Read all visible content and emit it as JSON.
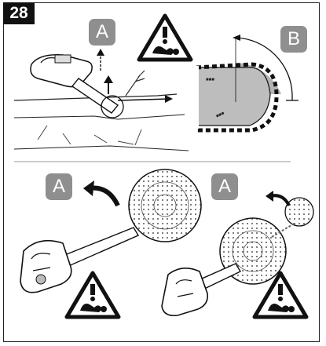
{
  "figure": {
    "number": "28"
  },
  "labels": {
    "a_top": "A",
    "b_top": "B",
    "a_bottom_left": "A",
    "a_bottom_right": "A"
  },
  "icons": {
    "warning": "kickback-warning-triangle-icon",
    "arrow": "curved-direction-arrow-icon"
  },
  "colors": {
    "badge": "#8f8f8f",
    "ink": "#111111",
    "warning_fill": "#ffffff"
  }
}
